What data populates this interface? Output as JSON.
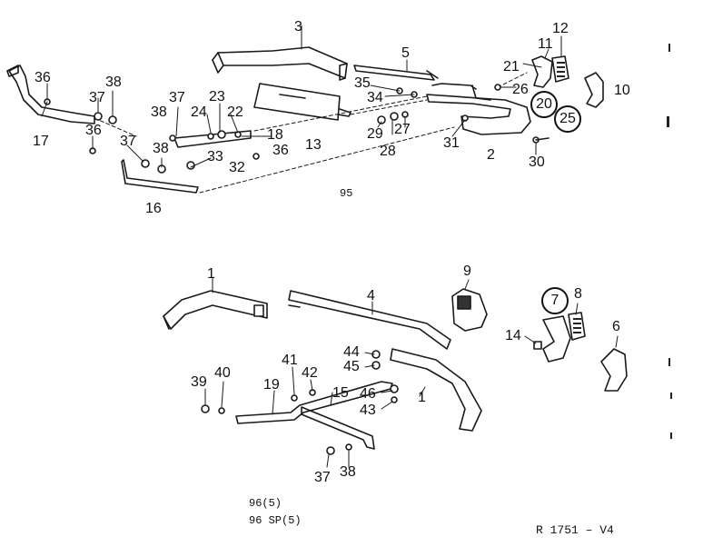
{
  "callouts": {
    "c1a": "1",
    "c1b": "1",
    "c2": "2",
    "c3": "3",
    "c4": "4",
    "c5": "5",
    "c6": "6",
    "c8": "8",
    "c9": "9",
    "c10": "10",
    "c11": "11",
    "c12": "12",
    "c13": "13",
    "c14": "14",
    "c15": "15",
    "c16": "16",
    "c17": "17",
    "c18": "18",
    "c19": "19",
    "c21": "21",
    "c22": "22",
    "c23": "23",
    "c24": "24",
    "c26": "26",
    "c27": "27",
    "c28": "28",
    "c29": "29",
    "c30": "30",
    "c31": "31",
    "c32": "32",
    "c33": "33",
    "c34": "34",
    "c35": "35",
    "c36a": "36",
    "c36b": "36",
    "c36c": "36",
    "c37a": "37",
    "c37b": "37",
    "c37c": "37",
    "c37d": "37",
    "c38a": "38",
    "c38b": "38",
    "c38c": "38",
    "c38d": "38",
    "c39": "39",
    "c40": "40",
    "c41": "41",
    "c42": "42",
    "c43": "43",
    "c44": "44",
    "c45": "45",
    "c46": "46"
  },
  "circled": {
    "c7": "7",
    "c20": "20",
    "c25": "25"
  },
  "captions": {
    "top_model": "95",
    "bottom_model_1": "96(5)",
    "bottom_model_2": "96 SP(5)",
    "reference": "R 1751 – V4"
  }
}
